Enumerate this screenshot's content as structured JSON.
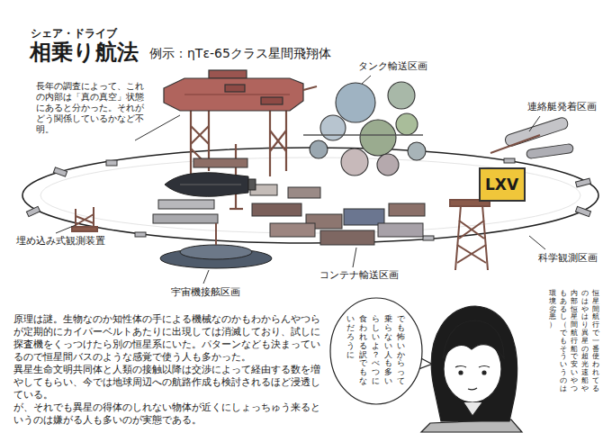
{
  "diagram": {
    "title": "相乗り航法",
    "nodes": [
      {
        "text": [
          "LXV"
        ]
      },
      {
        "text": [
          "でも怖いからって乗らない人も多いらしいよ？べつに食われる訳でもないだろうに"
        ]
      }
    ],
    "labels": [
      "シェア・ドライブ",
      "例示：ηTε-65クラス星間飛翔体",
      "長年の調査によって、これの内部は「真の真空」状態にあると分かった。それがどう関係しているかなど不明。",
      "タンク輸送区画",
      "連絡艇発着区画",
      "埋め込み式観測装置",
      "宇宙機接舷区画",
      "コンテナ輸送区画",
      "科学観測区画",
      "原理は謎。生物なのか知性体の手による機械なのかもわからんやつらが定期的にカイパーベルトあたりに出現しては消滅しており、試しに探査機をくっつけたら別の恒星系にいた。パターンなども決まっているので恒星間バスのような感覚で使う人も多かった。",
      "異星生命文明共同体と人類の接触以降は交渉によって経由する数を増やしてもらい、今では地球周辺への航路作成も検討されるほど浸透している。",
      "が、それでも異星の得体のしれない物体が近くにしょっちゅう来るというのは嫌がる人も多いのが実態である。",
      "恒星間航行で一番使われてるのはやはり異星の超光速船や内部恒星間航行船で安いやつもあるし（でもそういうのは環境劣悪）"
    ]
  }
}
